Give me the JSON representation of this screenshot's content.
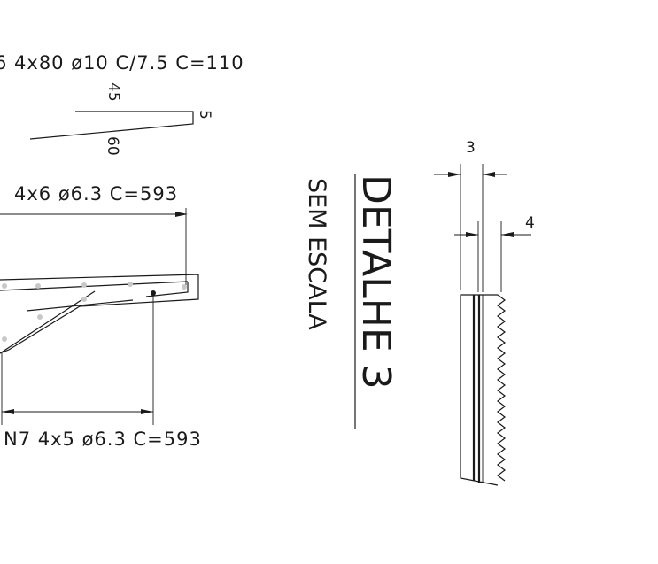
{
  "labels": {
    "rebar_top_clip": "6  4x80  ø10  C/7.5  C=110",
    "bend_45": "45",
    "bend_5": "5",
    "bend_60": "60",
    "rebar_mid": "4x6  ø6.3  C=593",
    "rebar_bottom": "N7  4x5  ø6.3  C=593",
    "detail_title": "DETALHE 3",
    "detail_scale": "SEM ESCALA",
    "dim_3": "3",
    "dim_4": "4"
  },
  "colors": {
    "line": "#1a1a1a",
    "rebar_dot": "#c8c8c8"
  }
}
